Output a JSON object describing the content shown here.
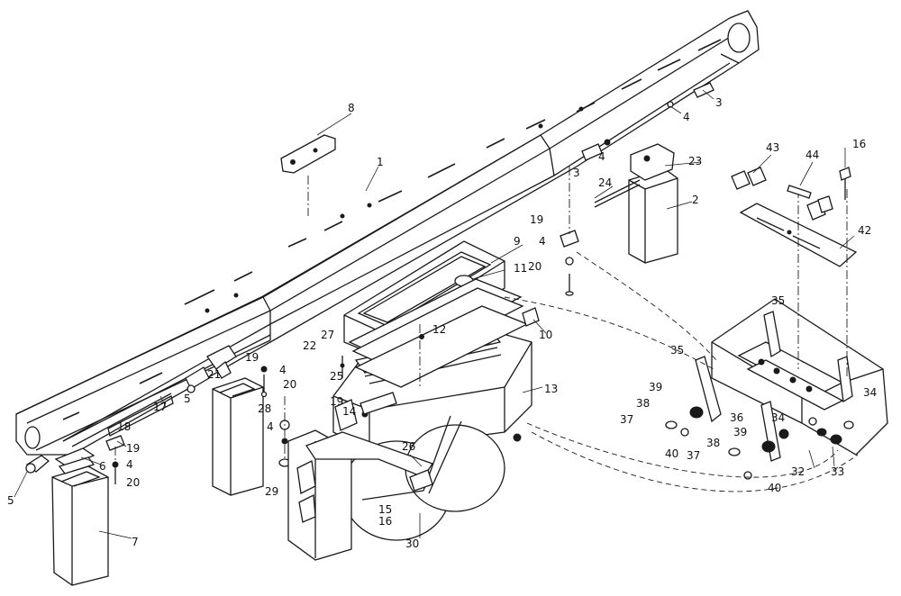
{
  "labels": {
    "p1": "1",
    "p2": "2",
    "p3a": "3",
    "p3b": "3",
    "p4a": "4",
    "p4b": "4",
    "p4c": "4",
    "p4d": "4",
    "p4e": "4",
    "p4f": "4",
    "p5a": "5",
    "p5b": "5",
    "p6": "6",
    "p7": "7",
    "p8": "8",
    "p9": "9",
    "p10": "10",
    "p11": "11",
    "p12": "12",
    "p13": "13",
    "p14": "14",
    "p15": "15",
    "p16a": "16",
    "p16b": "16",
    "p17": "17",
    "p18": "18",
    "p19a": "19",
    "p19b": "19",
    "p19c": "19",
    "p19d": "19",
    "p20a": "20",
    "p20b": "20",
    "p20c": "20",
    "p21": "21",
    "p22": "22",
    "p23": "23",
    "p24": "24",
    "p25": "25",
    "p26": "26",
    "p27": "27",
    "p28": "28",
    "p29": "29",
    "p30": "30",
    "p32": "32",
    "p33": "33",
    "p34a": "34",
    "p34b": "34",
    "p35a": "35",
    "p35b": "35",
    "p36": "36",
    "p37a": "37",
    "p37b": "37",
    "p38a": "38",
    "p38b": "38",
    "p39a": "39",
    "p39b": "39",
    "p40a": "40",
    "p40b": "40",
    "p42": "42",
    "p43": "43",
    "p44": "44"
  },
  "colors": {
    "ink": "#1a1a1a",
    "paper": "#ffffff"
  }
}
